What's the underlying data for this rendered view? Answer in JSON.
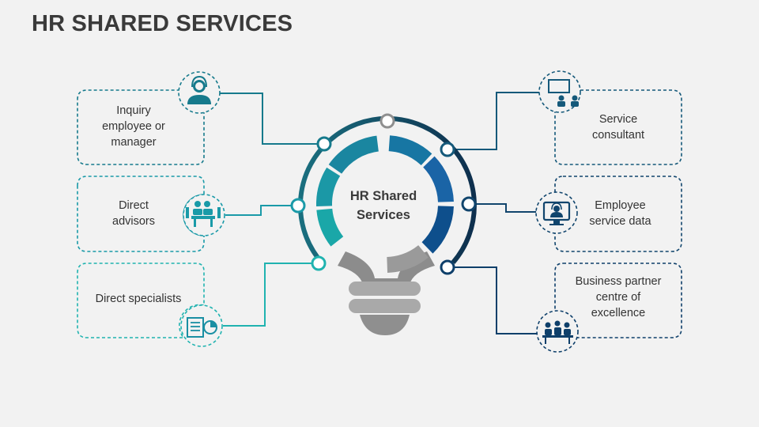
{
  "title": "HR SHARED SERVICES",
  "center": {
    "label": "HR Shared\nServices"
  },
  "items": [
    {
      "label": "Inquiry\nemployee or\nmanager",
      "icon": "person-headset-icon",
      "color": "#167a8c"
    },
    {
      "label": "Direct\nadvisors",
      "icon": "team-meeting-icon",
      "color": "#1a9aa8"
    },
    {
      "label": "Direct specialists",
      "icon": "document-chart-icon",
      "color": "#20b3b0"
    },
    {
      "label": "Service\nconsultant",
      "icon": "presentation-icon",
      "color": "#15597a"
    },
    {
      "label": "Employee\nservice data",
      "icon": "support-monitor-icon",
      "color": "#11456d"
    },
    {
      "label": "Business partner\ncentre of\nexcellence",
      "icon": "meeting-table-icon",
      "color": "#0e3f6a"
    }
  ],
  "colors": {
    "teal": "#1aa7a8",
    "blue": "#1a5ea0",
    "navy": "#0f3456",
    "gray": "#a5a5a5",
    "dark_gray": "#7f7f7f"
  }
}
